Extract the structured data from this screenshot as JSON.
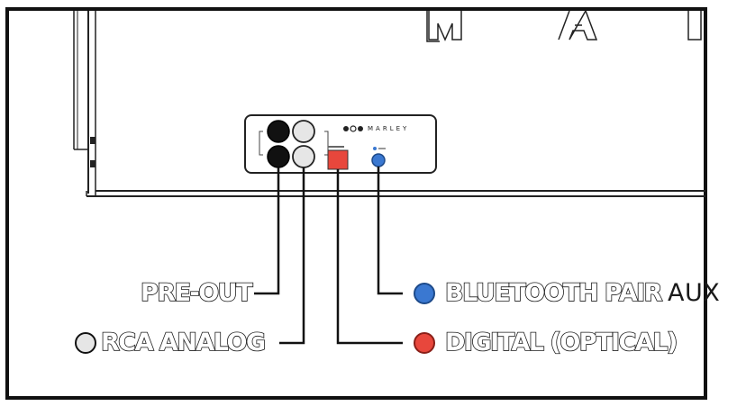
{
  "panel": {
    "brand_text": "MARLEY"
  },
  "callouts": {
    "pre_out": "PRE-OUT",
    "rca_analog": "RCA ANALOG",
    "bluetooth_pair": "BLUETOOTH PAIR",
    "aux": "AUX",
    "digital_optical": "DIGITAL (OPTICAL)"
  },
  "colors": {
    "pre_out_jack": "#111111",
    "rca_jack": "#e6e6e6",
    "digital_port": "#e8473c",
    "bluetooth_button": "#3a78d1",
    "rca_dot": "#e6e6e6",
    "bluetooth_dot": "#3a78d1",
    "digital_dot": "#e8473c"
  },
  "icons": {
    "logo": "house-of-marley-logo-icon",
    "bluetooth": "bluetooth-pair-button-icon"
  }
}
